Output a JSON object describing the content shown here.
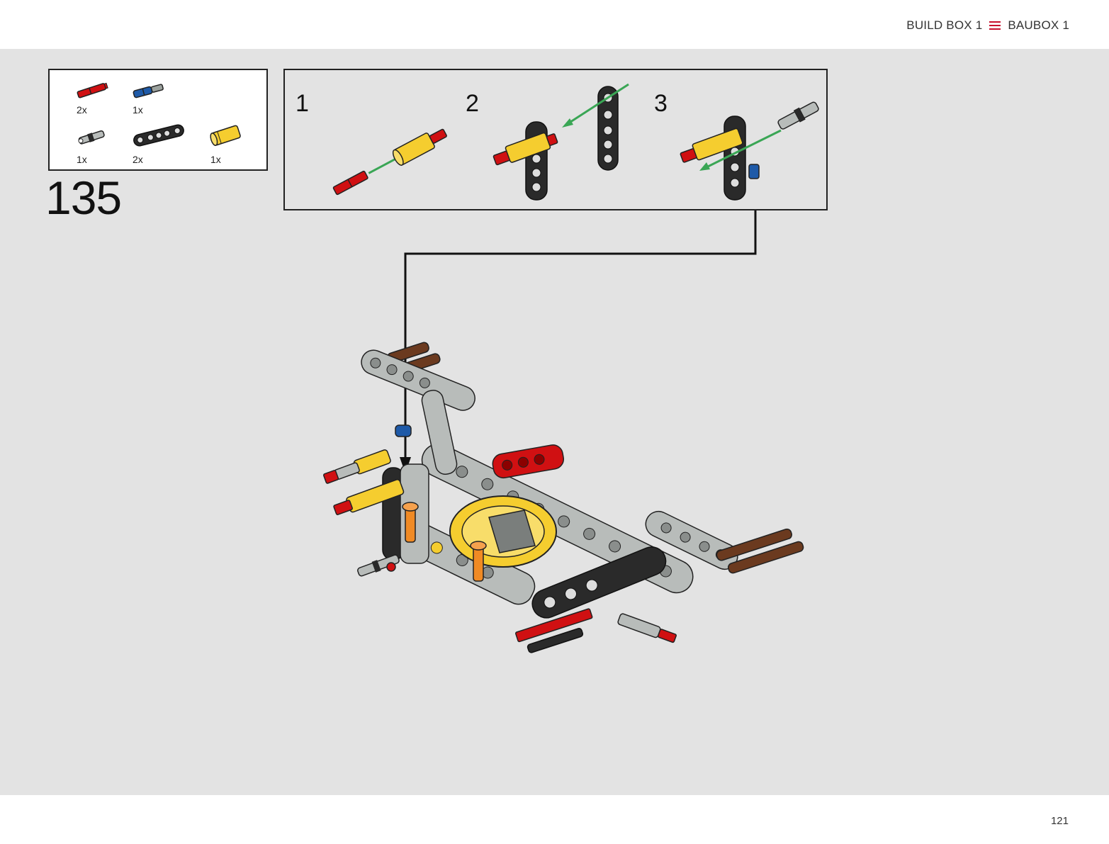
{
  "header": {
    "build_box_en": "BUILD BOX 1",
    "build_box_de": "BAUBOX 1",
    "menu_icon": "menu-lines-icon"
  },
  "step": {
    "number": "135"
  },
  "parts_list": [
    {
      "name": "red-axle-pin",
      "color": "#d01012",
      "qty": "2x"
    },
    {
      "name": "blue-axle-pin",
      "color": "#1e5aa8",
      "qty": "1x"
    },
    {
      "name": "gray-pin",
      "color": "#9ba19d",
      "qty": "1x"
    },
    {
      "name": "black-liftarm",
      "color": "#2a2a2a",
      "qty": "2x"
    },
    {
      "name": "yellow-connector",
      "color": "#f5cd2f",
      "qty": "1x"
    }
  ],
  "substeps": [
    {
      "number": "1"
    },
    {
      "number": "2"
    },
    {
      "number": "3"
    }
  ],
  "colors": {
    "background": "#e3e3e3",
    "accent": "#c8102e",
    "arrow_green": "#3aa655"
  },
  "footer": {
    "page_number": "121"
  }
}
